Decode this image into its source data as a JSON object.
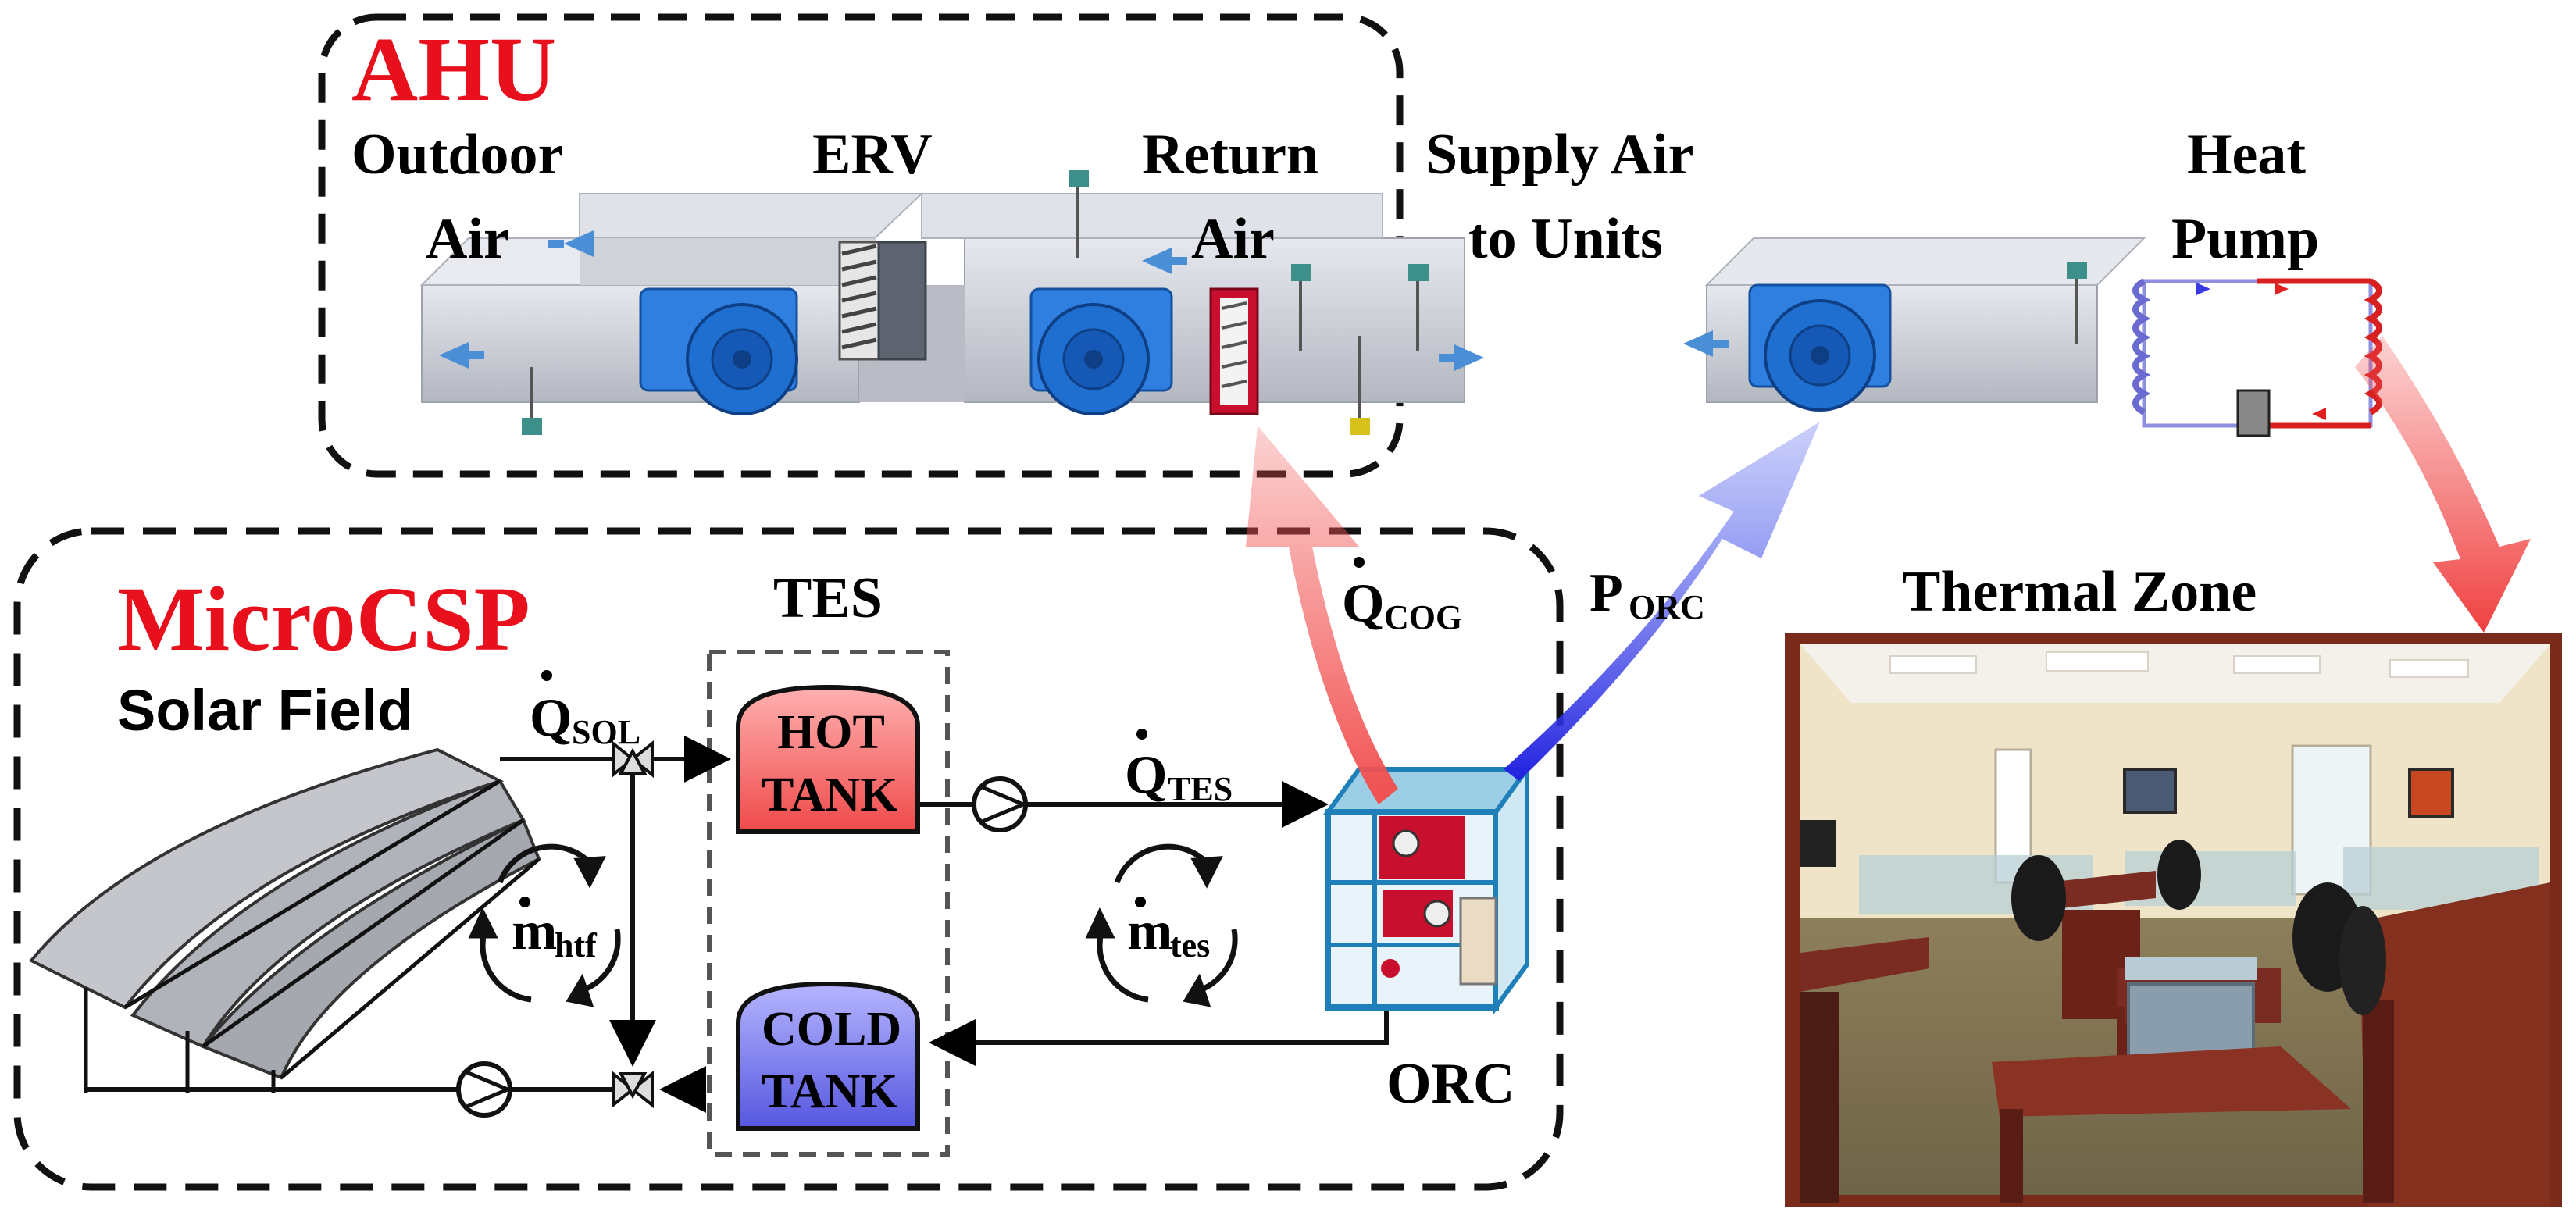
{
  "labels": {
    "ahu": "AHU",
    "microcsp": "MicroCSP",
    "outdoor_air_1": "Outdoor",
    "outdoor_air_2": "Air",
    "erv": "ERV",
    "return_air_1": "Return",
    "return_air_2": "Air",
    "supply_air_1": "Supply Air",
    "supply_air_2": "to Units",
    "heat_pump_1": "Heat",
    "heat_pump_2": "Pump",
    "thermal_zone": "Thermal Zone",
    "solar_field": "Solar Field",
    "tes": "TES",
    "hot_tank_1": "HOT",
    "hot_tank_2": "TANK",
    "cold_tank_1": "COLD",
    "cold_tank_2": "TANK",
    "orc": "ORC"
  },
  "symbols": {
    "q_sol": {
      "main": "Q",
      "sub": "SOL"
    },
    "q_tes": {
      "main": "Q",
      "sub": "TES"
    },
    "q_cog": {
      "main": "Q",
      "sub": "COG"
    },
    "p_orc": {
      "main": "P",
      "sub": "ORC"
    },
    "m_htf": {
      "main": "m",
      "sub": "htf"
    },
    "m_tes": {
      "main": "m",
      "sub": "tes"
    }
  },
  "colors": {
    "highlight_red": "#e8101c",
    "hot_tank": "#f26a6a",
    "cold_tank": "#6f70e6",
    "fan_blue": "#1f6fd1",
    "duct_gray": "#c8cbd2",
    "cog_arrow": "#f24a4a",
    "orc_arrow": "#3a3ae6",
    "zone_frame": "#7a2a1a"
  }
}
